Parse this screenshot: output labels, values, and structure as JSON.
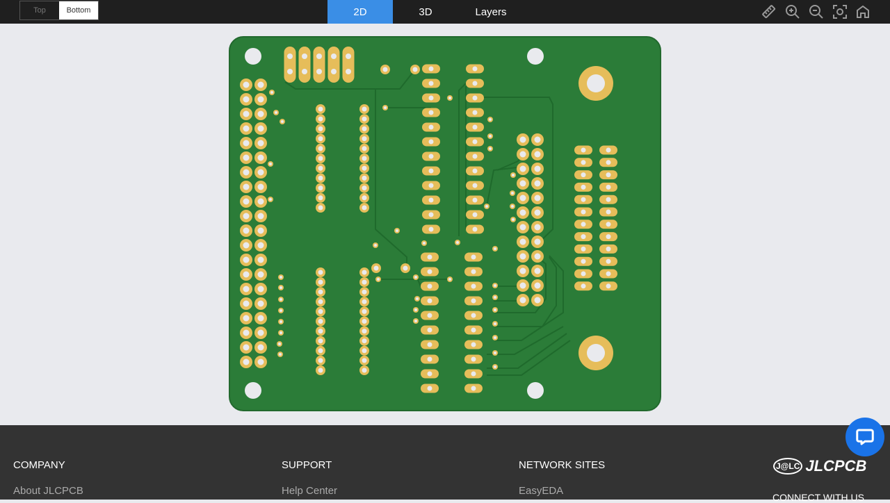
{
  "toolbar": {
    "side_top": "Top",
    "side_bottom": "Bottom",
    "tabs": [
      {
        "label": "2D",
        "active": true
      },
      {
        "label": "3D",
        "active": false
      },
      {
        "label": "Layers",
        "active": false
      }
    ],
    "tools": [
      "ruler-icon",
      "zoom-in-icon",
      "zoom-out-icon",
      "fit-view-icon",
      "home-icon"
    ]
  },
  "colors": {
    "board": "#2b7c38",
    "trace": "#1f6a2c",
    "pad": "#e6bd5a",
    "hole": "#e9eaee",
    "accent": "#3a8ee6"
  },
  "footer": {
    "columns": [
      {
        "heading": "COMPANY",
        "link": "About JLCPCB"
      },
      {
        "heading": "SUPPORT",
        "link": "Help Center"
      },
      {
        "heading": "NETWORK SITES",
        "link": "EasyEDA"
      }
    ],
    "logo_mark": "J@LC",
    "logo_text": "JLCPCB",
    "connect": "CONNECT WITH US"
  }
}
